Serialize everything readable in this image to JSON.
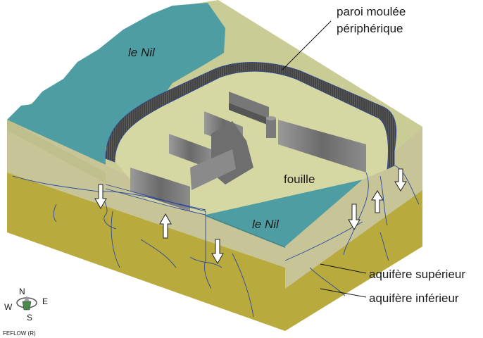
{
  "labels": {
    "nile_top": "le Nil",
    "nile_bottom": "le Nil",
    "excavation": "fouille",
    "wall_line1": "paroi moulée",
    "wall_line2": "périphérique",
    "upper_aquifer": "aquifère supérieur",
    "lower_aquifer": "aquifère inférieur"
  },
  "compass": {
    "n": "N",
    "s": "S",
    "e": "E",
    "w": "W"
  },
  "software": "FEFLOW (R)",
  "colors": {
    "river": "#4e9da3",
    "ground_top": "#c9cc94",
    "upper_aquifer": "#c7c497",
    "lower_aquifer": "#b8aa3c",
    "wall": "#4a4a4a",
    "flow_lines": "#2b48a0"
  }
}
